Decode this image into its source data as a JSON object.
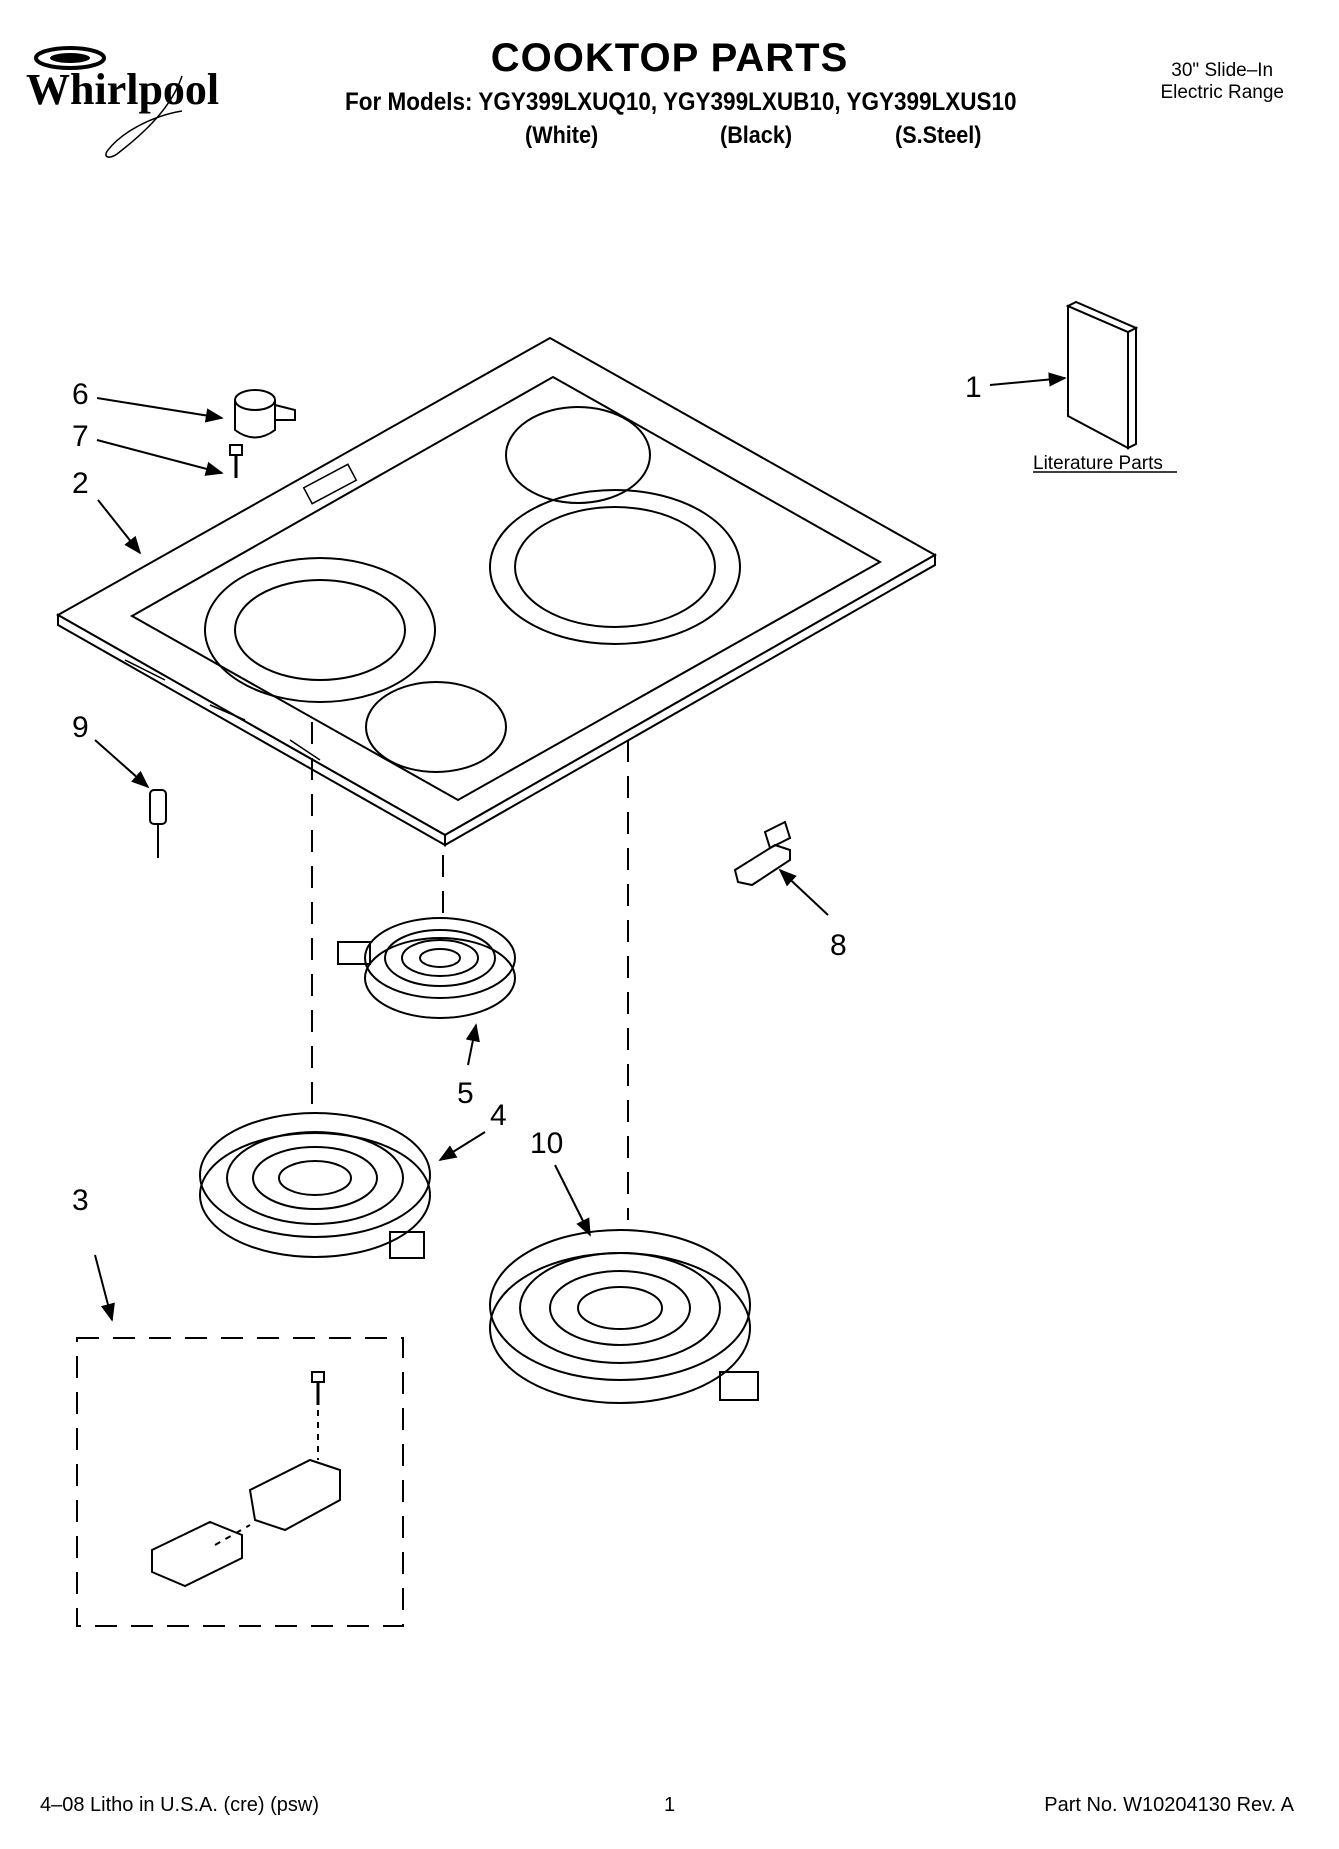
{
  "brand": "Whirlpool",
  "header": {
    "title": "COOKTOP PARTS",
    "models_line": "For Models: YGY399LXUQ10, YGY399LXUB10, YGY399LXUS10",
    "variants": [
      "(White)",
      "(Black)",
      "(S.Steel)"
    ],
    "range_type": [
      "30\" Slide–In",
      "Electric Range"
    ]
  },
  "diagram": {
    "literature_label": "Literature Parts",
    "callouts": [
      "1",
      "2",
      "3",
      "4",
      "5",
      "6",
      "7",
      "8",
      "9",
      "10"
    ]
  },
  "footer": {
    "left": "4–08 Litho in U.S.A. (cre) (psw)",
    "page": "1",
    "right": "Part No. W10204130 Rev. A"
  }
}
